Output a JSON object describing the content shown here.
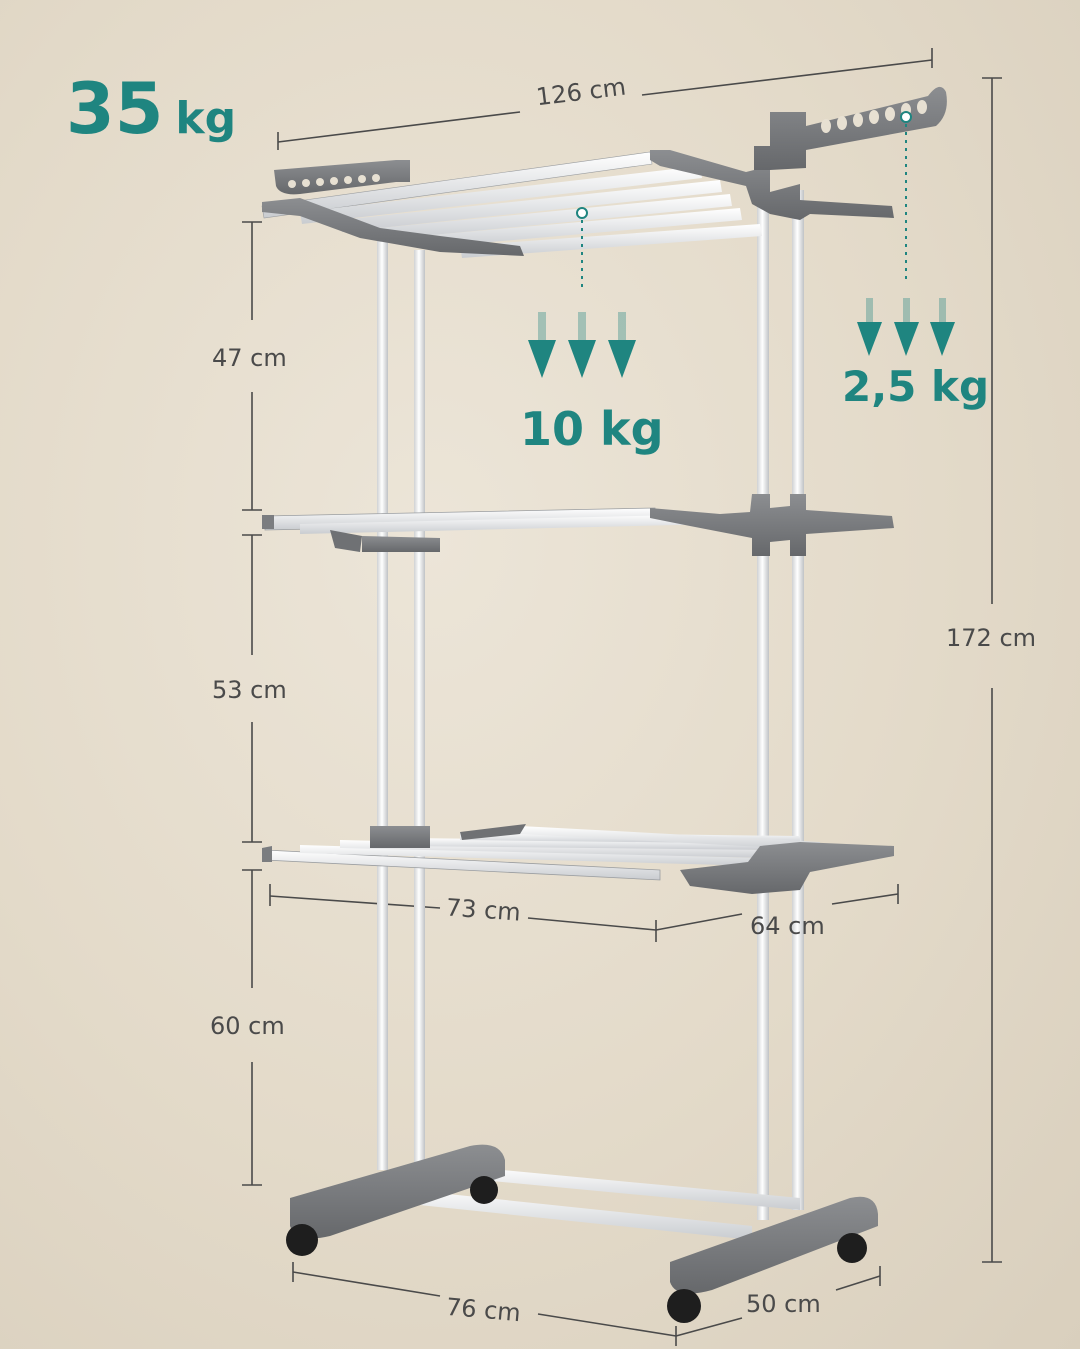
{
  "colors": {
    "accent": "#1f8580",
    "frame_gray": "#7b7d80",
    "rod_white": "#f6f6f6",
    "dimension_line": "#4a4a4a"
  },
  "capacity": {
    "total": {
      "value": "35",
      "unit": "kg"
    },
    "middle_load": "10 kg",
    "wing_load": "2,5 kg"
  },
  "dimensions": {
    "width_top": "126 cm",
    "tier_gap_top": "47 cm",
    "tier_gap_middle": "53 cm",
    "base_to_bottom_tier": "60 cm",
    "total_height": "172 cm",
    "shelf_length": "73 cm",
    "shelf_depth": "64 cm",
    "base_length": "76 cm",
    "base_depth": "50 cm"
  },
  "icons": [
    "down-arrow-icon",
    "drying-rack-illustration"
  ]
}
